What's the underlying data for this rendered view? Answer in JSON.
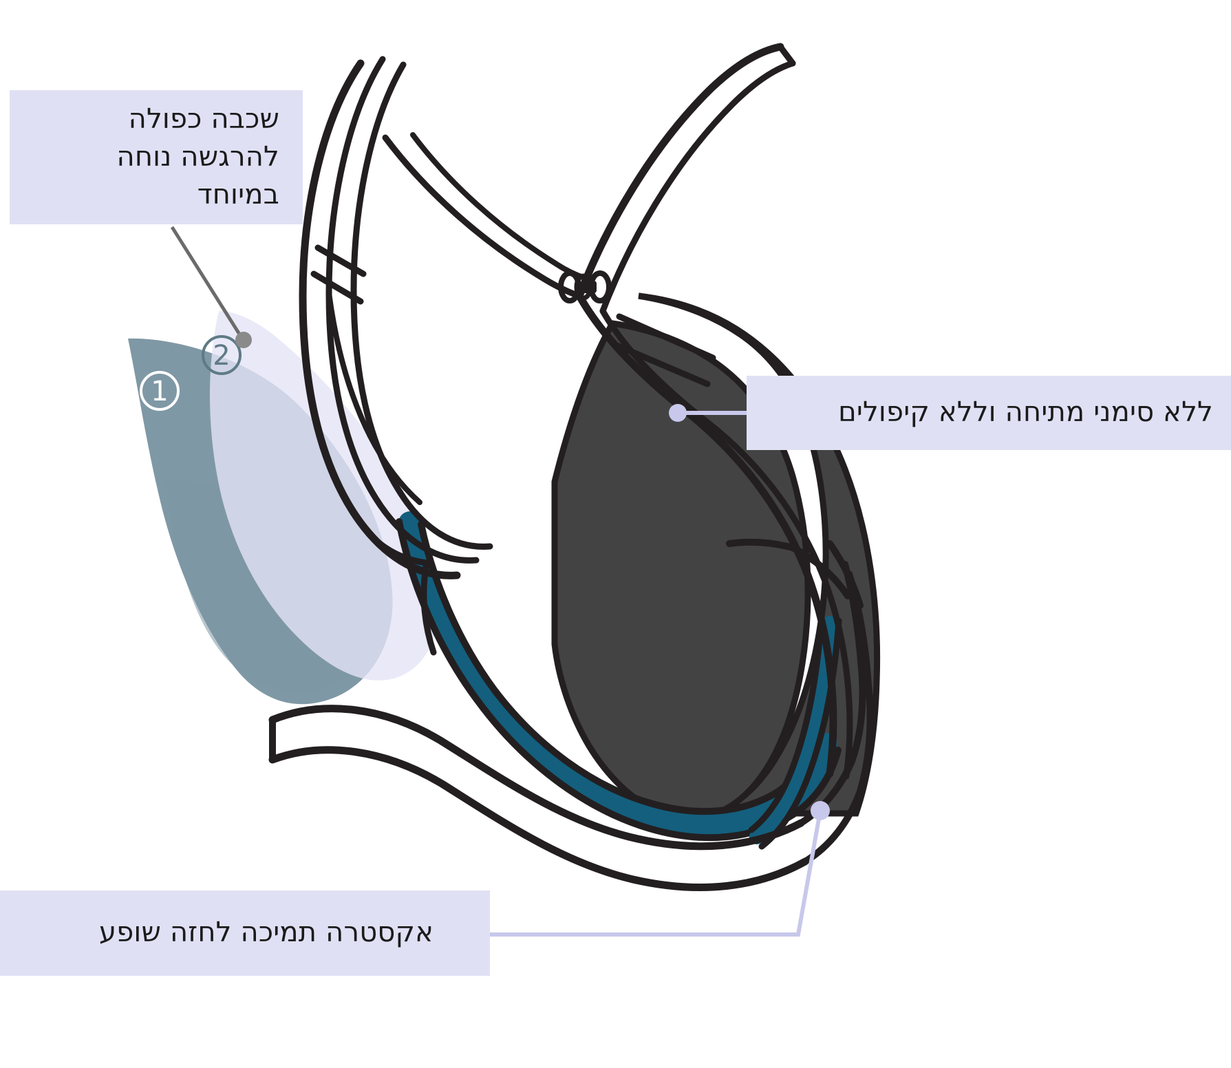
{
  "diagram": {
    "subject": "sports-bra-technical-illustration",
    "background_color": "#ffffff"
  },
  "callouts": [
    {
      "id": "top-left",
      "text": "שכבה כפולה להרגשה נוחה במיוחד",
      "box_color": "#e0e0f5",
      "text_color": "#1b1b1b",
      "leader_color": "#6b6b6b",
      "marker_color": "#8a8a8a"
    },
    {
      "id": "right",
      "text": "ללא סימני מתיחה וללא קיפולים",
      "box_color": "#e0e0f5",
      "text_color": "#1b1b1b",
      "leader_color": "#c8c8ec",
      "marker_color": "#c8c8ec"
    },
    {
      "id": "bottom-left",
      "text": "אקסטרה תמיכה לחזה שופע",
      "box_color": "#e0e0f5",
      "text_color": "#1b1b1b",
      "leader_color": "#c8c8ec",
      "marker_color": "#c8c8ec"
    }
  ],
  "markers": [
    {
      "id": "marker-1",
      "label": "1",
      "ring_color": "#ffffff",
      "text_color": "#ffffff"
    },
    {
      "id": "marker-2",
      "label": "2",
      "ring_color": "#5e7b85",
      "text_color": "#5e7b85"
    }
  ],
  "palette": {
    "outline": "#231f20",
    "teal_band": "#145f7e",
    "dark_panel": "#434343",
    "cup_blue_gray": "#6d8a99",
    "overlay_lavender": "#e3e3f6",
    "garment_white": "#ffffff",
    "callout_lavender": "#e0e0f5"
  }
}
